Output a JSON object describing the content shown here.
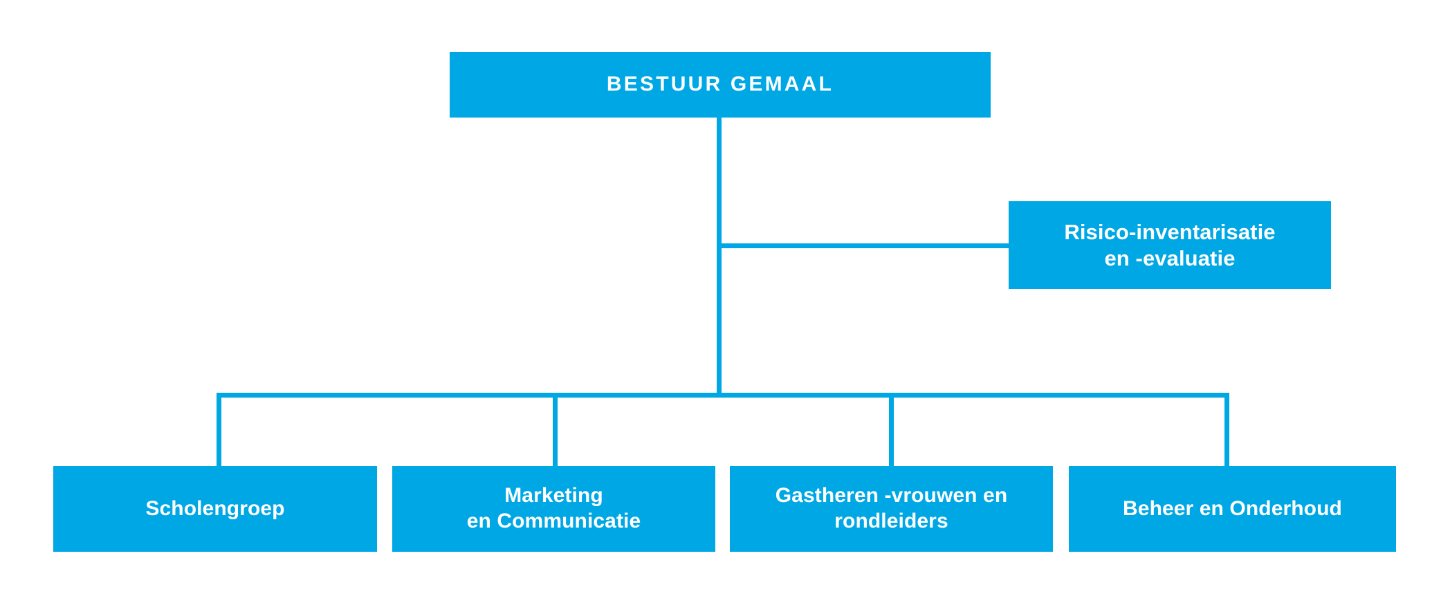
{
  "theme": {
    "accent": "#00a7e5",
    "text_on_accent": "#ffffff",
    "background": "#ffffff",
    "connector_color": "#00a7e5"
  },
  "chart_data": {
    "type": "diagram",
    "subtype": "organizational-chart",
    "orientation": "top-down",
    "title": "BESTUUR GEMAAL",
    "node_count": 6,
    "levels": 3,
    "nodes": [
      {
        "id": "root",
        "label": "BESTUUR GEMAAL",
        "level": 0,
        "parent": null,
        "style": "uppercase-letterspaced"
      },
      {
        "id": "risk",
        "label": "Risico-inventarisatie\nen -evaluatie",
        "level": 1,
        "parent": "root",
        "branch": "right-side"
      },
      {
        "id": "leaf-0",
        "label": "Scholengroep",
        "level": 2,
        "parent": "root",
        "branch": "bottom"
      },
      {
        "id": "leaf-1",
        "label": "Marketing\nen Communicatie",
        "level": 2,
        "parent": "root",
        "branch": "bottom"
      },
      {
        "id": "leaf-2",
        "label": "Gastheren -vrouwen en\nrondleiders",
        "level": 2,
        "parent": "root",
        "branch": "bottom"
      },
      {
        "id": "leaf-3",
        "label": "Beheer en Onderhoud",
        "level": 2,
        "parent": "root",
        "branch": "bottom"
      }
    ],
    "edges": [
      {
        "from": "root",
        "to": "risk",
        "routing": "elbow-right"
      },
      {
        "from": "root",
        "to": "leaf-0",
        "routing": "trunk-bus-drop"
      },
      {
        "from": "root",
        "to": "leaf-1",
        "routing": "trunk-bus-drop"
      },
      {
        "from": "root",
        "to": "leaf-2",
        "routing": "trunk-bus-drop"
      },
      {
        "from": "root",
        "to": "leaf-3",
        "routing": "trunk-bus-drop"
      }
    ]
  },
  "root": {
    "label": "BESTUUR GEMAAL"
  },
  "risk": {
    "label": "Risico-inventarisatie\nen -evaluatie"
  },
  "leaves": [
    {
      "label": "Scholengroep"
    },
    {
      "label": "Marketing\nen Communicatie"
    },
    {
      "label": "Gastheren -vrouwen en\nrondleiders"
    },
    {
      "label": "Beheer en Onderhoud"
    }
  ]
}
